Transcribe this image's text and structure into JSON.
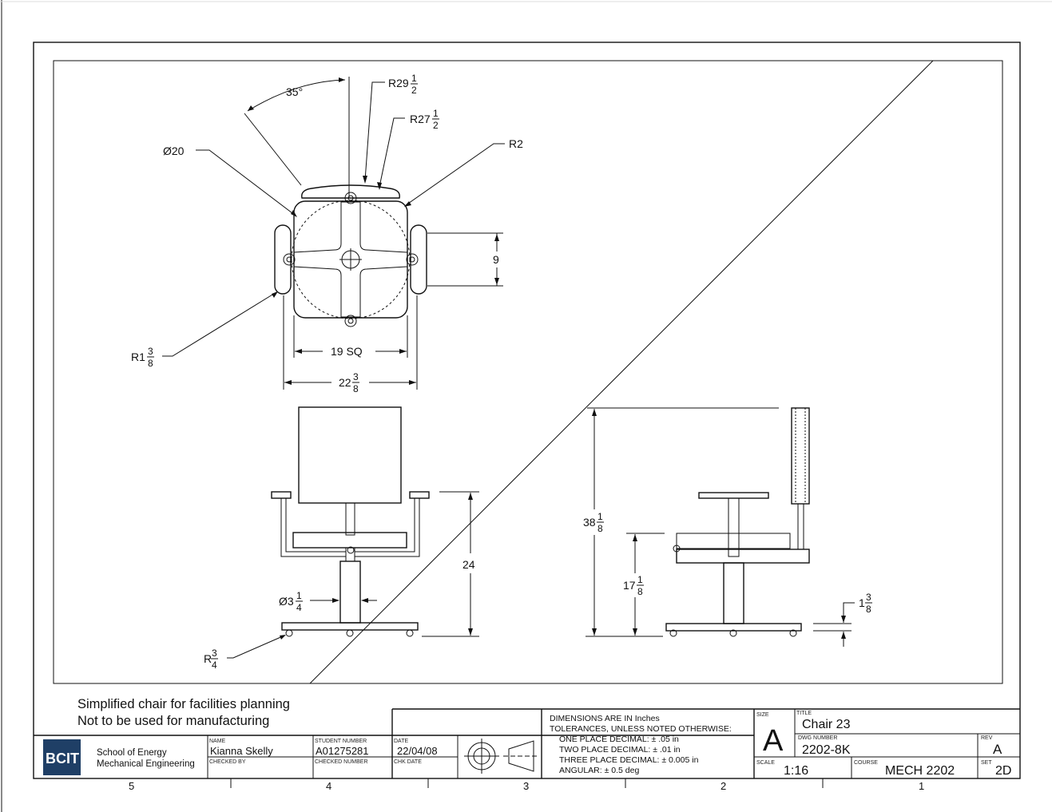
{
  "notes": {
    "line1": "Simplified chair for facilities planning",
    "line2": "Not to be used for manufacturing"
  },
  "dimensions": {
    "angle": "35°",
    "r29_whole": "R29",
    "r29_num": "1",
    "r29_den": "2",
    "r27_whole": "R27",
    "r27_num": "1",
    "r27_den": "2",
    "r2": "R2",
    "dia20": "Ø20",
    "nine": "9",
    "r1_whole": "R1",
    "r1_num": "3",
    "r1_den": "8",
    "sq19": "19 SQ",
    "w22_whole": "22",
    "w22_num": "3",
    "w22_den": "8",
    "h24": "24",
    "dia3_whole": "Ø3",
    "dia3_num": "1",
    "dia3_den": "4",
    "r34_whole": "R",
    "r34_num": "3",
    "r34_den": "4",
    "h38_whole": "38",
    "h38_num": "1",
    "h38_den": "8",
    "h17_whole": "17",
    "h17_num": "1",
    "h17_den": "8",
    "t1_whole": "1",
    "t1_num": "3",
    "t1_den": "8"
  },
  "title_block": {
    "logo": "BCIT",
    "school_line1": "School of Energy",
    "school_line2": "Mechanical Engineering",
    "name_label": "NAME",
    "name": "Kianna Skelly",
    "checked_by_label": "CHECKED BY",
    "student_number_label": "STUDENT NUMBER",
    "student_number": "A01275281",
    "checked_number_label": "CHECKED NUMBER",
    "date_label": "DATE",
    "date": "22/04/08",
    "chk_date_label": "CHK DATE",
    "tol_line1": "DIMENSIONS ARE IN Inches",
    "tol_line2": "TOLERANCES, UNLESS NOTED OTHERWISE:",
    "tol_line3": "ONE PLACE DECIMAL: ± .05 in",
    "tol_line4": "TWO PLACE DECIMAL:  ± .01 in",
    "tol_line5": "THREE PLACE DECIMAL:  ± 0.005 in",
    "tol_line6": "ANGULAR: ± 0.5 deg",
    "size_label": "SIZE",
    "size": "A",
    "title_label": "TITLE",
    "title": "Chair 23",
    "dwg_label": "DWG NUMBER",
    "dwg_number": "2202-8K",
    "rev_label": "REV",
    "rev": "A",
    "scale_label": "SCALE",
    "scale": "1:16",
    "course_label": "COURSE",
    "course": "MECH 2202",
    "set_label": "SET",
    "set": "2D"
  },
  "zones": [
    "5",
    "4",
    "3",
    "2",
    "1"
  ],
  "colors": {
    "logo_bg": "#1f3f66",
    "line": "#111111"
  }
}
